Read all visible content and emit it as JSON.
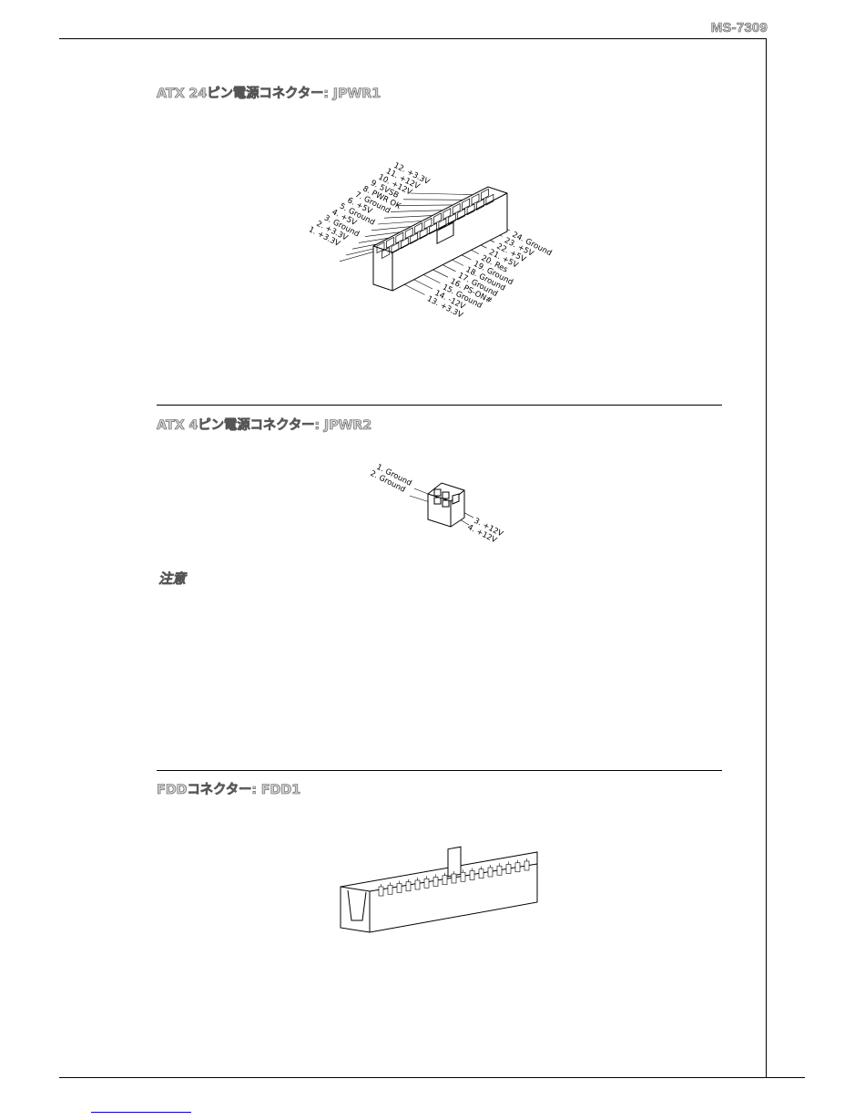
{
  "header": {
    "model": "MS-7309"
  },
  "sections": {
    "jpwr1": {
      "title": "ATX 24ピン電源コネクター: JPWR1",
      "left_pins": [
        "12. +3.3V",
        "11. +12V",
        "10. +12V",
        "9. 5VSB",
        "8. PWR OK",
        "7. Ground",
        "6. +5V",
        "5. Ground",
        "4. +5V",
        "3. Ground",
        "2. +3.3V",
        "1. +3.3V"
      ],
      "right_pins": [
        "24. Ground",
        "23. +5V",
        "22. +5V",
        "21. +5V",
        "20. Res",
        "19. Ground",
        "18. Ground",
        "17. Ground",
        "16. PS-ON#",
        "15. Ground",
        "14. -12V",
        "13. +3.3V"
      ]
    },
    "jpwr2": {
      "title": "ATX 4ピン電源コネクター: JPWR2",
      "left_pins": [
        "1. Ground",
        "2. Ground"
      ],
      "right_pins": [
        "3. +12V",
        "4. +12V"
      ]
    },
    "note": {
      "label": "注意"
    },
    "fdd1": {
      "title": "FDDコネクター: FDD1"
    }
  }
}
